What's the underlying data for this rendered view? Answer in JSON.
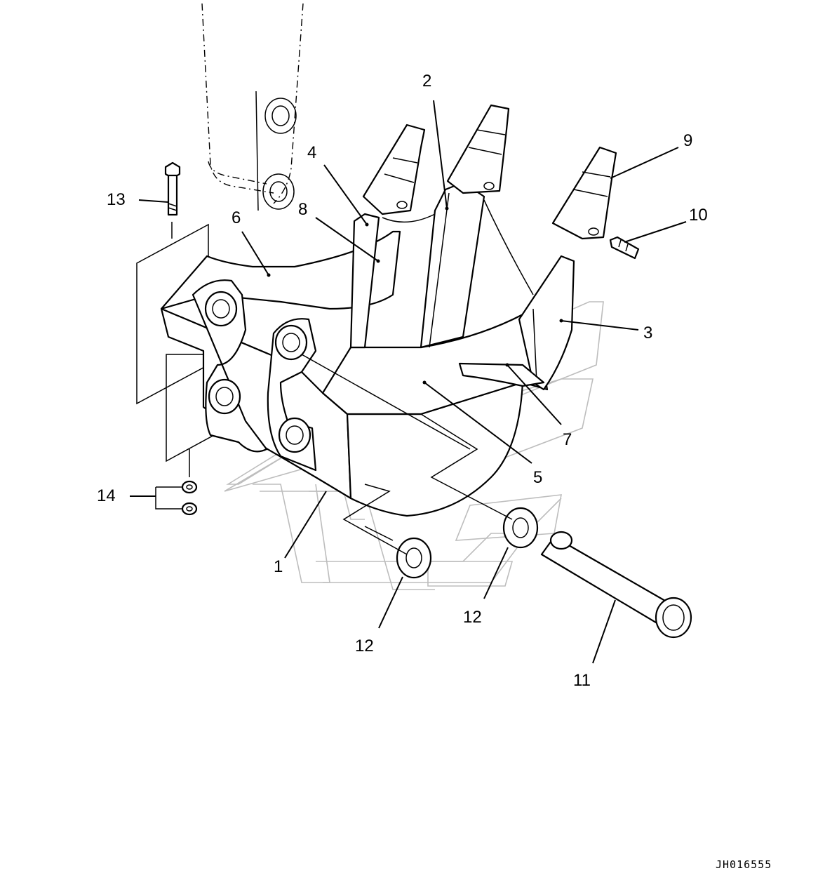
{
  "callouts": {
    "c1": "1",
    "c2": "2",
    "c3": "3",
    "c4": "4",
    "c5": "5",
    "c6": "6",
    "c7": "7",
    "c8": "8",
    "c9": "9",
    "c10": "10",
    "c11": "11",
    "c12a": "12",
    "c12b": "12",
    "c13": "13",
    "c14": "14"
  },
  "drawing_code": "JH016555"
}
